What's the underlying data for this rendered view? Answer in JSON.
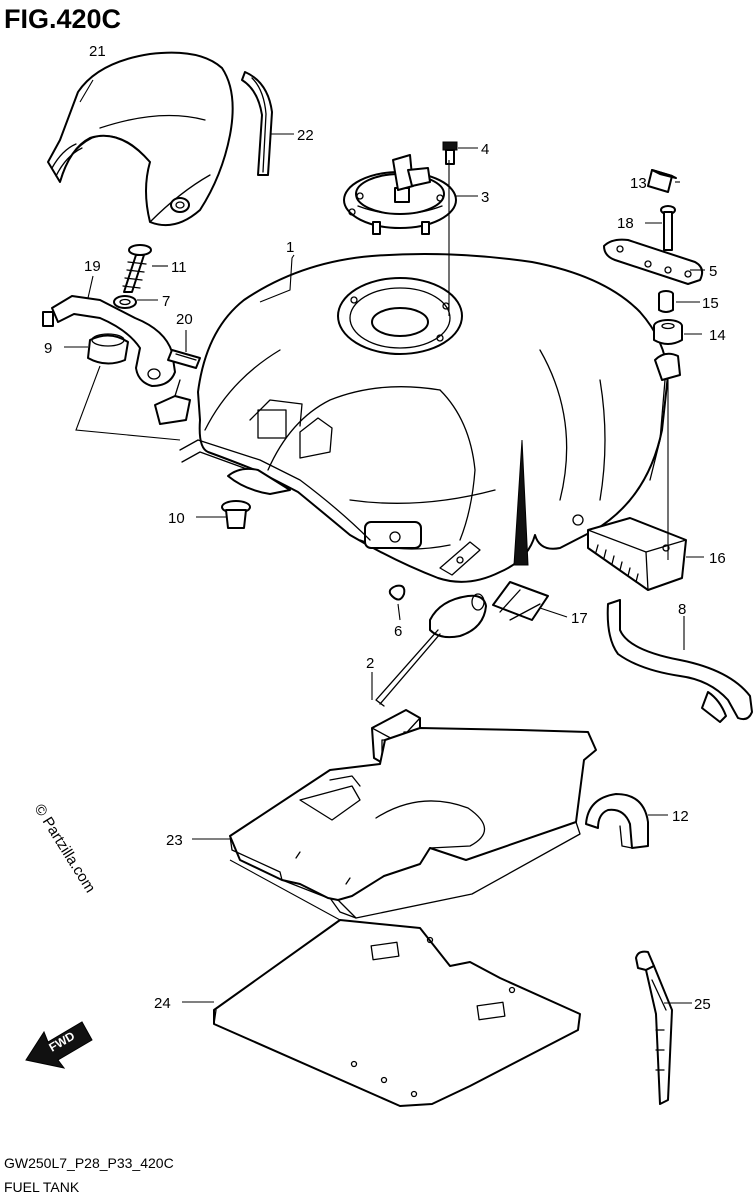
{
  "figure": {
    "title": "FIG.420C",
    "model_code": "GW250L7_P28_P33_420C",
    "section_name": "FUEL TANK",
    "watermark": "© Partzilla.com",
    "direction_label": "FWD"
  },
  "callouts": [
    {
      "id": "c1",
      "label": "1"
    },
    {
      "id": "c2",
      "label": "2"
    },
    {
      "id": "c3",
      "label": "3"
    },
    {
      "id": "c4",
      "label": "4"
    },
    {
      "id": "c5",
      "label": "5"
    },
    {
      "id": "c6",
      "label": "6"
    },
    {
      "id": "c7",
      "label": "7"
    },
    {
      "id": "c8",
      "label": "8"
    },
    {
      "id": "c9",
      "label": "9"
    },
    {
      "id": "c10",
      "label": "10"
    },
    {
      "id": "c11",
      "label": "11"
    },
    {
      "id": "c12",
      "label": "12"
    },
    {
      "id": "c13",
      "label": "13"
    },
    {
      "id": "c14",
      "label": "14"
    },
    {
      "id": "c15",
      "label": "15"
    },
    {
      "id": "c16",
      "label": "16"
    },
    {
      "id": "c17",
      "label": "17"
    },
    {
      "id": "c18",
      "label": "18"
    },
    {
      "id": "c19",
      "label": "19"
    },
    {
      "id": "c20",
      "label": "20"
    },
    {
      "id": "c21",
      "label": "21"
    },
    {
      "id": "c22",
      "label": "22"
    },
    {
      "id": "c23",
      "label": "23"
    },
    {
      "id": "c24",
      "label": "24"
    },
    {
      "id": "c25",
      "label": "25"
    }
  ]
}
